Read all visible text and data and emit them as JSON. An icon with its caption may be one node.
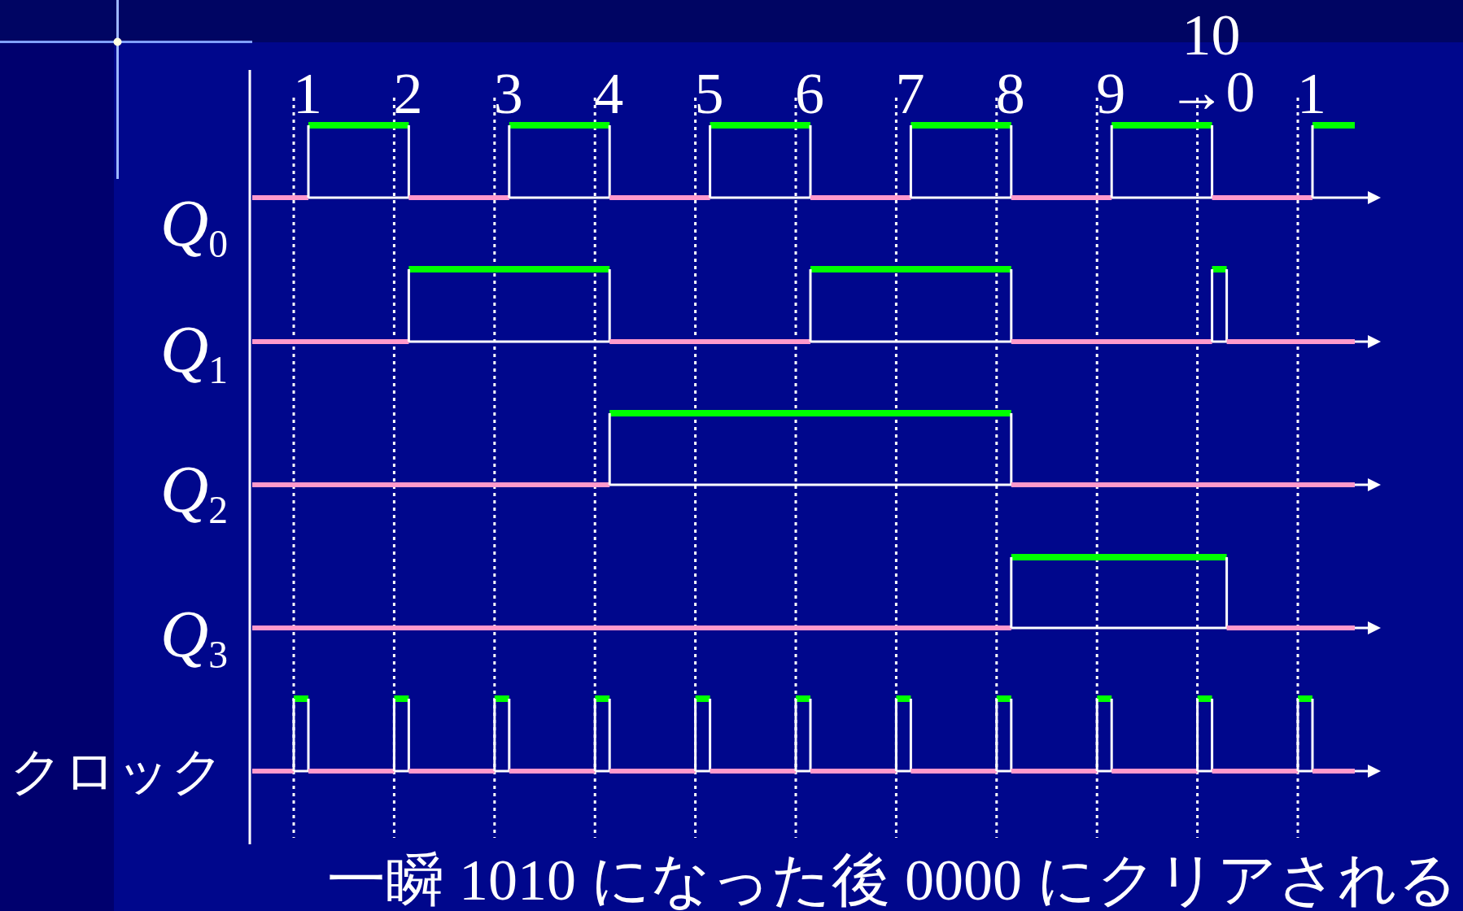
{
  "diagram": {
    "caption": "一瞬 1010 になった後 0000 にクリアされる",
    "labels": [
      "1",
      "2",
      "3",
      "4",
      "5",
      "6",
      "7",
      "8",
      "9",
      "10 →0",
      "1",
      "*Q*$_{0}$",
      "*Q*$_{1}$",
      "*Q*$_{2}$",
      "*Q*$_{3}$",
      "クロック"
    ]
  }
}
